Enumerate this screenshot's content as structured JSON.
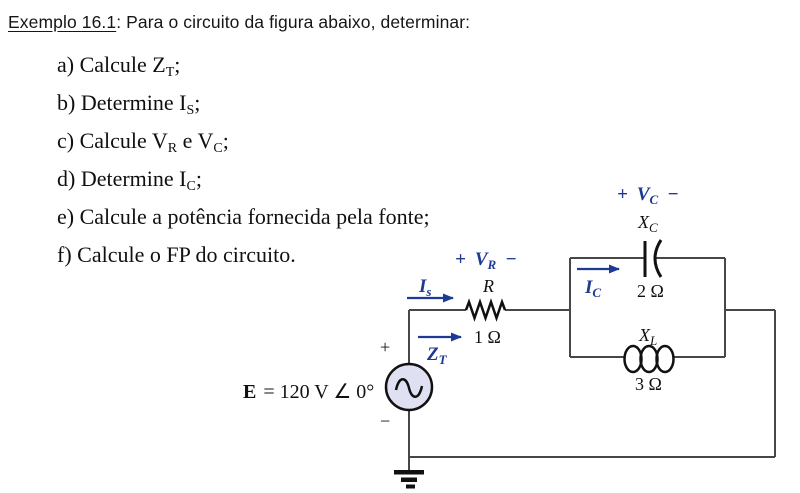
{
  "title": {
    "underlined": "Exemplo 16.1",
    "rest": ": Para o circuito da figura abaixo, determinar:"
  },
  "problems": [
    {
      "s0": "a) Calcule Z",
      "sub0": "T",
      "s1": ";"
    },
    {
      "s0": "b) Determine I",
      "sub0": "S",
      "s1": ";"
    },
    {
      "s0": "c) Calcule V",
      "sub0": "R",
      "s1": " e V",
      "sub1": "C",
      "s2": ";"
    },
    {
      "s0": "d) Determine I",
      "sub0": "C",
      "s1": ";"
    },
    {
      "s0": "e) Calcule a potência fornecida pela fonte;"
    },
    {
      "s0": "f) Calcule o FP do circuito."
    }
  ],
  "circuit": {
    "source": {
      "plus": "+",
      "minus": "−",
      "name": "E",
      "value": "= 120 V ∠ 0°"
    },
    "is_label": {
      "main": "I",
      "sub": "s"
    },
    "zt_label": {
      "main": "Z",
      "sub": "T"
    },
    "vr_label": {
      "plus": "+",
      "main": "V",
      "sub": "R",
      "minus": "−"
    },
    "r_label": {
      "name": "R",
      "value": "1 Ω"
    },
    "ic_label": {
      "main": "I",
      "sub": "C"
    },
    "vc_label": {
      "plus": "+",
      "main": "V",
      "sub": "C",
      "minus": "−"
    },
    "xc_label": {
      "name": "X",
      "sub": "C",
      "value": "2 Ω"
    },
    "xl_label": {
      "name": "X",
      "sub": "L",
      "value": "3 Ω"
    },
    "colors": {
      "label_blue": "#1f3a93",
      "wire_gray": "#474747",
      "component_black": "#111111",
      "source_fill": "#dfe1f3"
    }
  }
}
